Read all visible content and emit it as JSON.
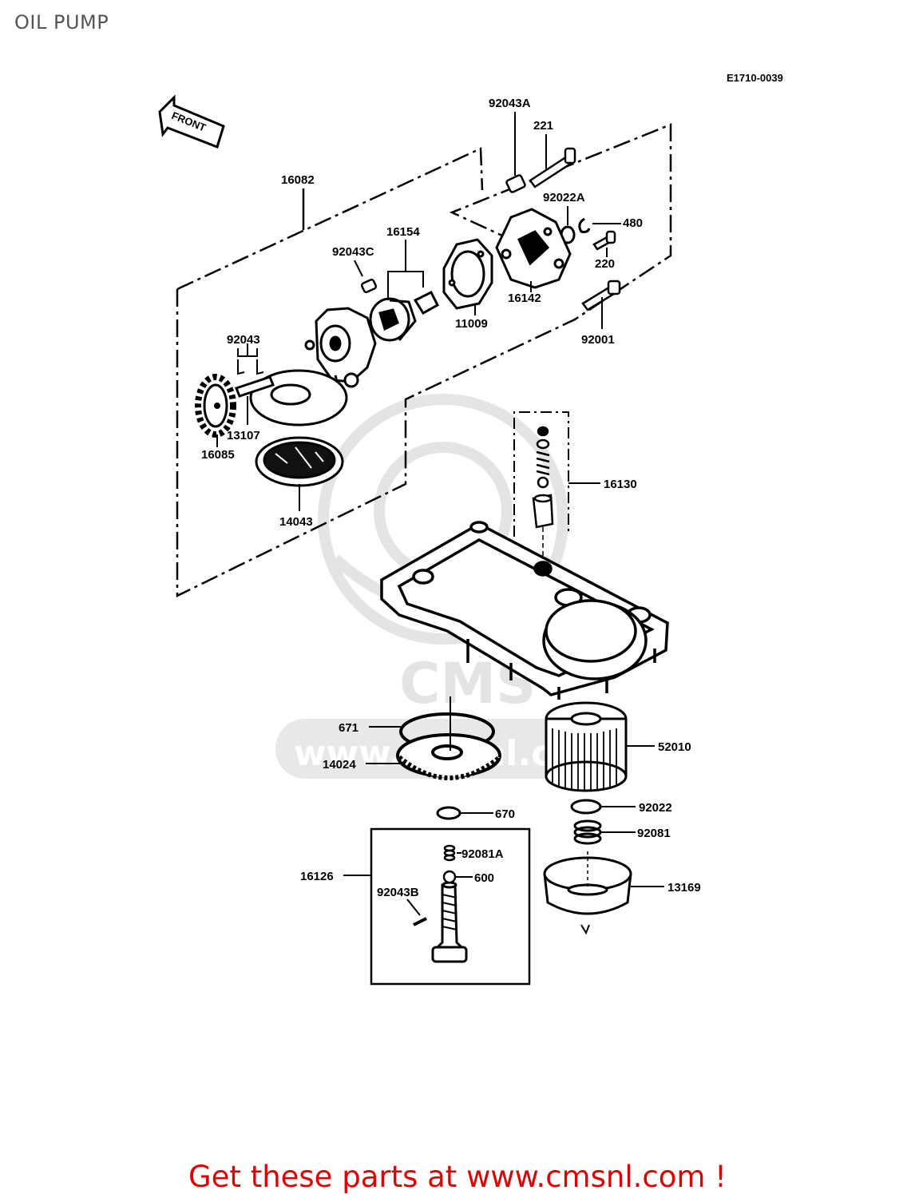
{
  "header": {
    "title": "OIL PUMP"
  },
  "diagram": {
    "code": "E1710-0039",
    "front_label": "FRONT",
    "watermark": "www.cmsnl.c",
    "watermark_logo": "CMS",
    "labels": {
      "p16082": "16082",
      "p92043A": "92043A",
      "p221": "221",
      "p92022A": "92022A",
      "p480": "480",
      "p220": "220",
      "p16154": "16154",
      "p92043C": "92043C",
      "p16142": "16142",
      "p11009": "11009",
      "p92001": "92001",
      "p92043": "92043",
      "p13107": "13107",
      "p16085": "16085",
      "p14043": "14043",
      "p16130": "16130",
      "p671": "671",
      "p14024": "14024",
      "p52010": "52010",
      "p670": "670",
      "p92022": "92022",
      "p92081A": "92081A",
      "p92081": "92081",
      "p600": "600",
      "p16126": "16126",
      "p92043B": "92043B",
      "p13169": "13169"
    }
  },
  "footer": {
    "text": "Get these parts at www.cmsnl.com !"
  }
}
